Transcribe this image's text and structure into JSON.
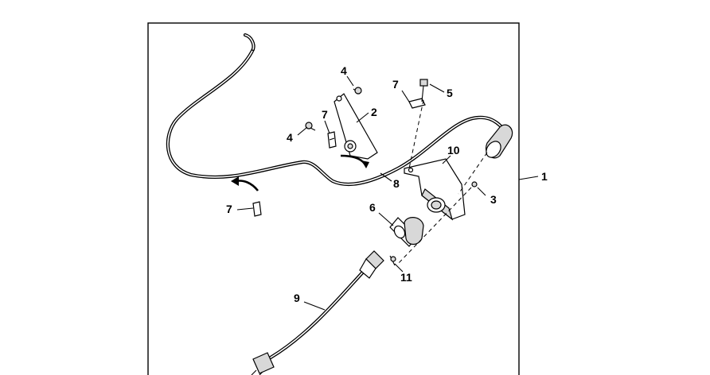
{
  "callouts": {
    "c1": "1",
    "c2": "2",
    "c3": "3",
    "c4a": "4",
    "c4b": "4",
    "c5": "5",
    "c6": "6",
    "c7a": "7",
    "c7b": "7",
    "c7c": "7",
    "c8": "8",
    "c9": "9",
    "c10": "10",
    "c11": "11"
  }
}
